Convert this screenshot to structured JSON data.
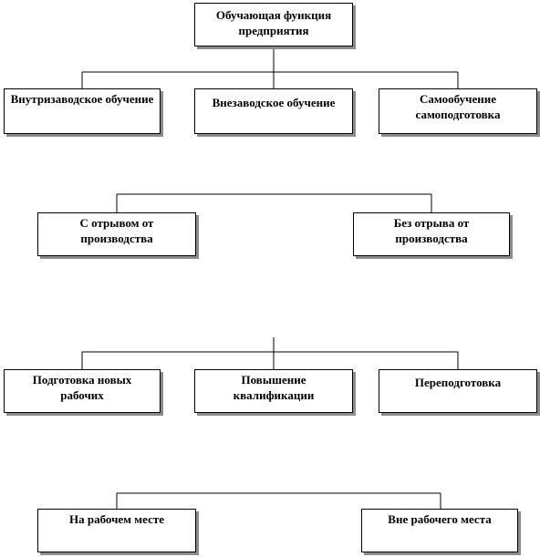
{
  "root": {
    "label": "Обучающая  функция предприятия"
  },
  "groups": [
    {
      "items": [
        {
          "label": "Внутризаводское обучение"
        },
        {
          "label": "Внезаводское обучение"
        },
        {
          "label": "Самообучение самоподготовка"
        }
      ]
    },
    {
      "items": [
        {
          "label": "С отрывом от производства"
        },
        {
          "label": "Без отрыва от производства"
        }
      ]
    },
    {
      "items": [
        {
          "label": "Подготовка новых рабочих"
        },
        {
          "label": "Повышение квалификации"
        },
        {
          "label": "Переподготовка"
        }
      ]
    },
    {
      "items": [
        {
          "label": "На рабочем месте"
        },
        {
          "label": "Вне рабочего места"
        }
      ]
    }
  ],
  "colors": {
    "line": "#000000",
    "shadow": "#8c8c8c",
    "box": "#ffffff"
  }
}
